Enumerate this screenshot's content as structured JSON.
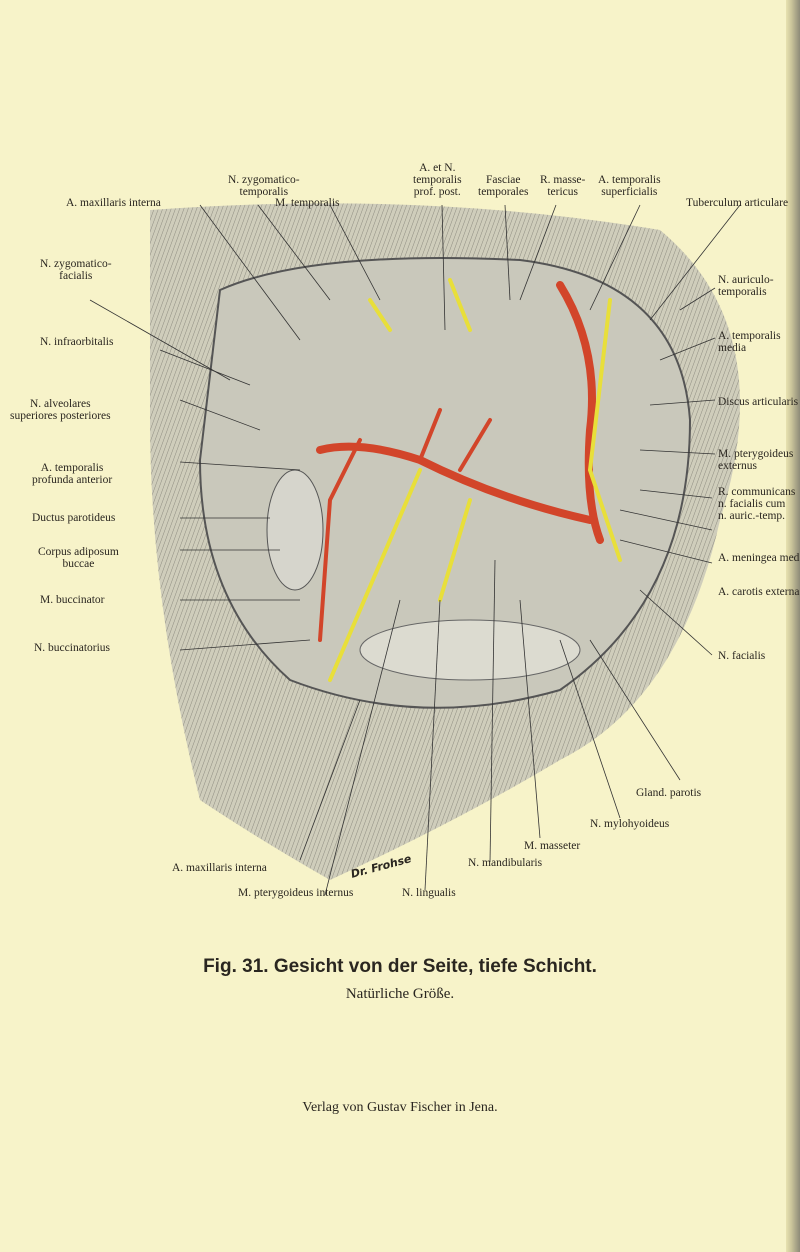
{
  "top_labels": [
    "A. maxillaris interna",
    "N. zygomatico-\ntemporalis",
    "M. temporalis",
    "A. et N.\ntemporalis\nprof. post.",
    "Fasciae\ntemporales",
    "R. masse-\ntericus",
    "A. temporalis\nsuperficialis",
    "Tuberculum articulare"
  ],
  "left_labels": [
    "N. zygomatico-\nfacialis",
    "N. infraorbitalis",
    "N. alveolares\nsuperiores posteriores",
    "A. temporalis\nprofunda anterior",
    "Ductus parotideus",
    "Corpus adiposum\nbuccae",
    "M. buccinator",
    "N. buccinatorius"
  ],
  "right_labels": [
    "N. auriculo-\ntemporalis",
    "A. temporalis\nmedia",
    "Discus articularis",
    "M. pterygoideus\nexternus",
    "R. communicans\nn. facialis cum\nn. auric.-temp.",
    "A. meningea med.",
    "A. carotis externa",
    "N. facialis"
  ],
  "bottom_labels": [
    "Gland. parotis",
    "N. mylohyoideus",
    "M. masseter",
    "A. maxillaris interna",
    "N. mandibularis",
    "M. pterygoideus internus",
    "N. lingualis"
  ],
  "signature": "Dr. Frohse",
  "caption": {
    "title": "Fig. 31. Gesicht von der Seite, tiefe Schicht.",
    "subtitle": "Natürliche Größe.",
    "publisher": "Verlag von Gustav Fischer in Jena."
  },
  "colors": {
    "paper": "#f7f3c9",
    "artery": "#d2452a",
    "nerve": "#e8df3a",
    "tissue": "#bdbcae"
  }
}
